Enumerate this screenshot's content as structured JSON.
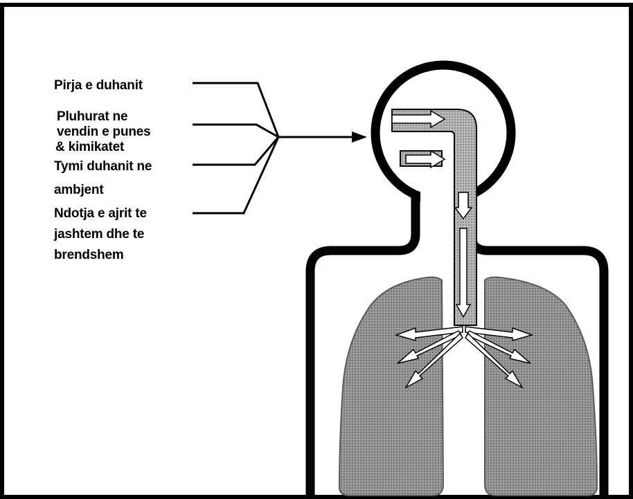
{
  "labels": {
    "tobacco_smoking": "Pirja e duhanit",
    "workplace_dust_line1": "Pluhurat ne",
    "workplace_dust_line2": "vendin e punes",
    "workplace_dust_line3": "& kimikatet",
    "secondhand_smoke_line1": "Tymi duhanit ne",
    "secondhand_smoke_line2": "ambjent",
    "air_pollution_line1": "Ndotja e ajrit te",
    "air_pollution_line2": "jashtem dhe te",
    "air_pollution_line3": "brendshem"
  },
  "colors": {
    "outline": "#000000",
    "lung_fill": "#8c8c8c",
    "airway_fill": "#a9a9a9",
    "arrow_fill": "#ffffff",
    "background": "#ffffff"
  },
  "icons": {
    "arrowheads": "right-arrow"
  }
}
